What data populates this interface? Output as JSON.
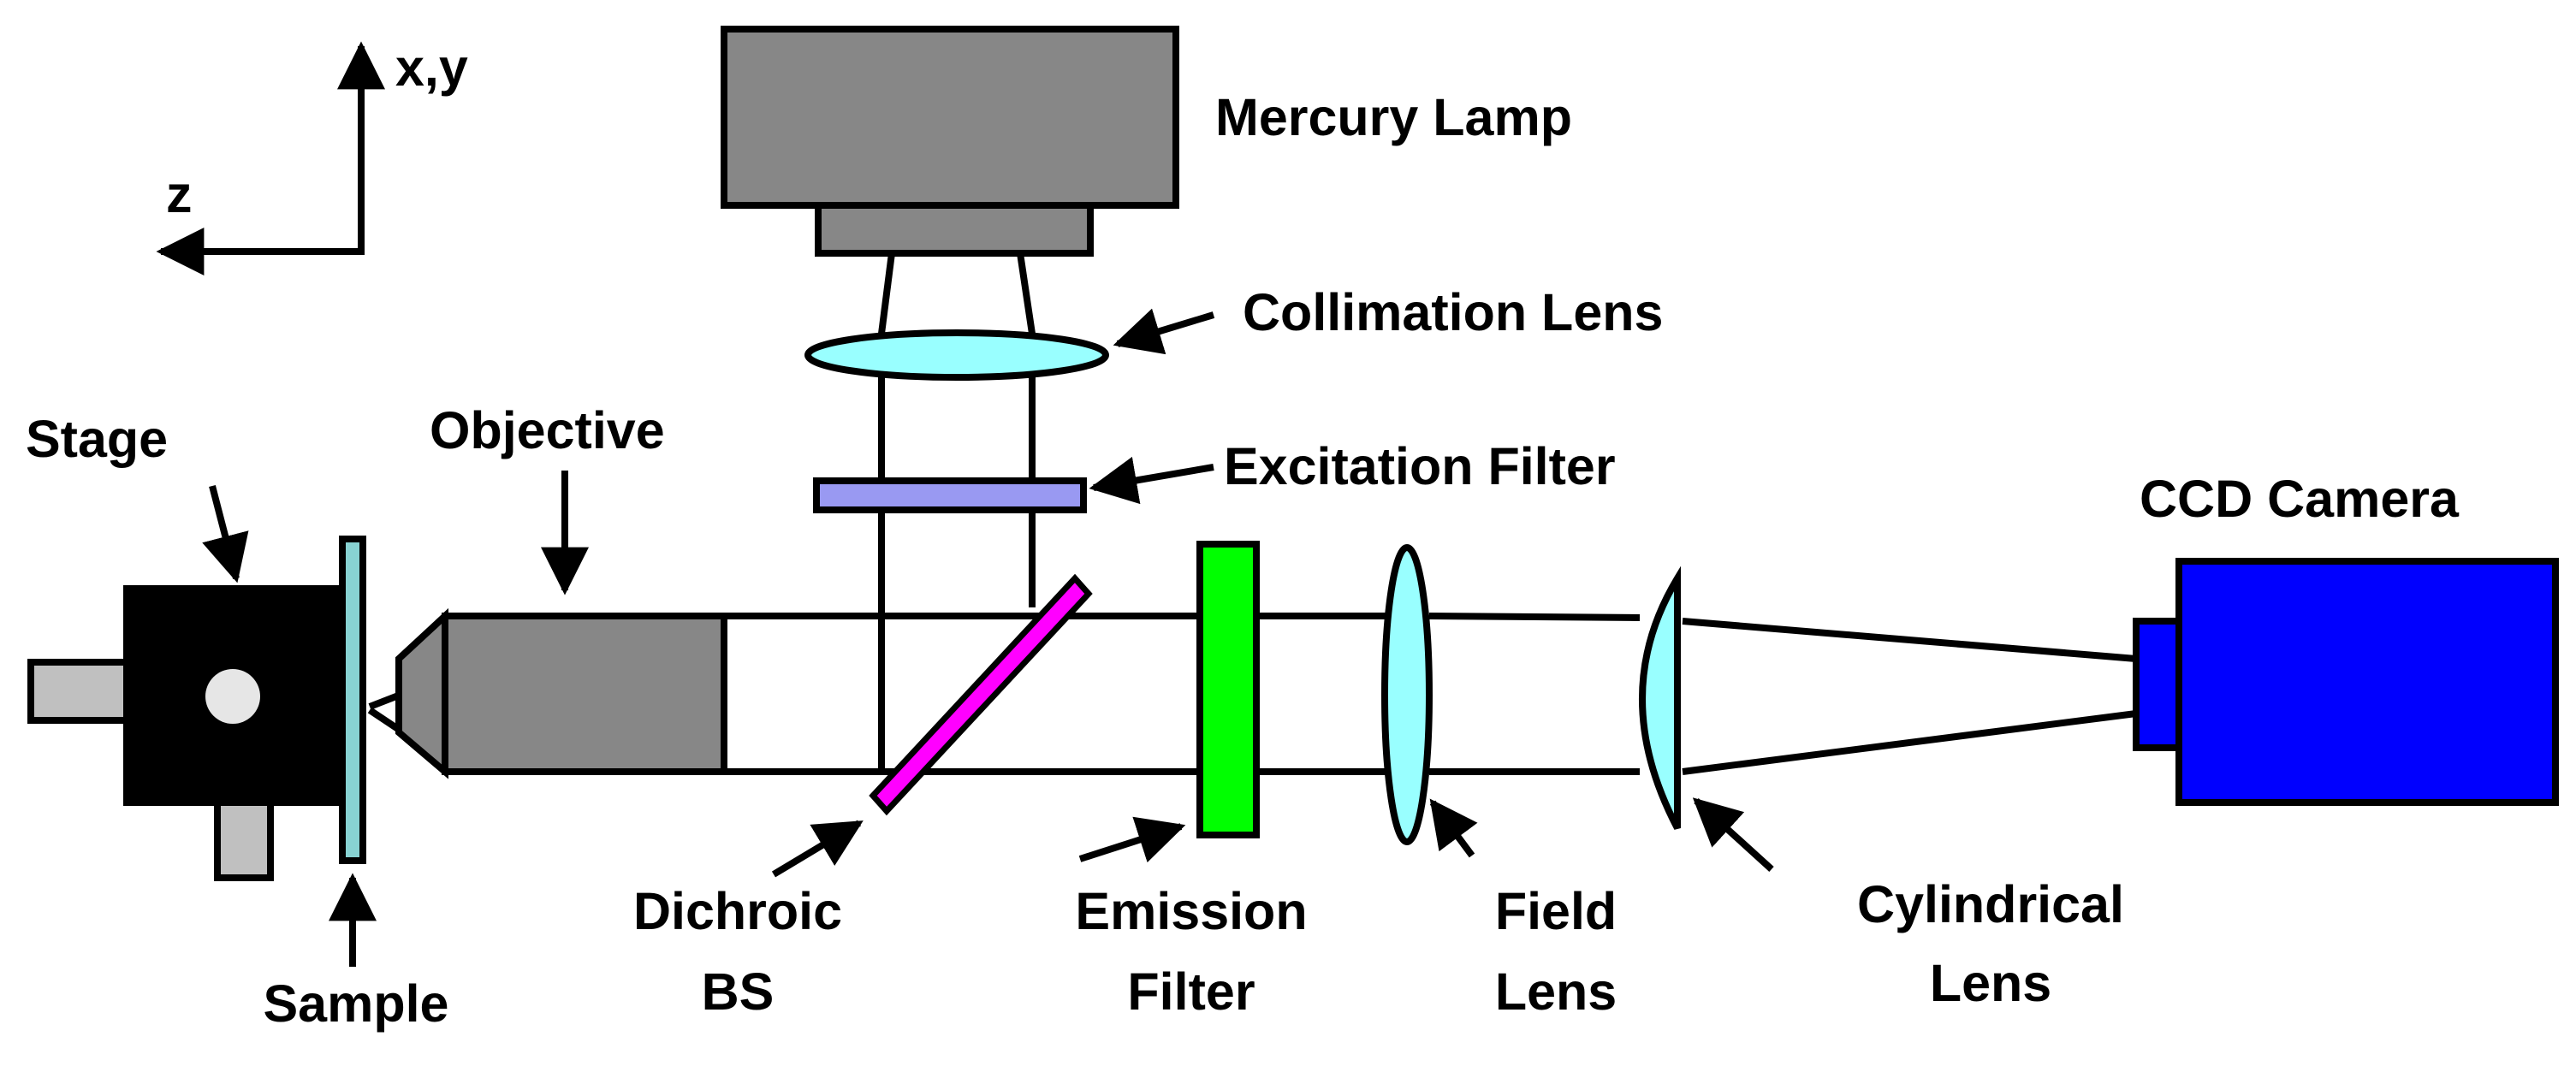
{
  "labels": {
    "axis_xy": "x,y",
    "axis_z": "z",
    "mercury_lamp": "Mercury Lamp",
    "collimation_lens": "Collimation Lens",
    "excitation_filter": "Excitation Filter",
    "stage": "Stage",
    "objective": "Objective",
    "ccd_camera": "CCD Camera",
    "dichroic_line1": "Dichroic",
    "dichroic_line2": "BS",
    "emission_line1": "Emission",
    "emission_line2": "Filter",
    "field_line1": "Field",
    "field_line2": "Lens",
    "cylindrical_line1": "Cylindrical",
    "cylindrical_line2": "Lens",
    "sample": "Sample"
  },
  "colors": {
    "lamp": "#878787",
    "objective": "#878787",
    "stage": "#000000",
    "stage_handles": "#c0c0c0",
    "stage_knob": "#e6e6e6",
    "sample": "#88d3d3",
    "collimation_lens": "#99ffff",
    "field_lens": "#99ffff",
    "cylindrical_lens": "#99ffff",
    "excitation_filter": "#9999f2",
    "dichroic": "#ff00ff",
    "emission_filter": "#00ff00",
    "ccd_camera": "#0000ff"
  }
}
